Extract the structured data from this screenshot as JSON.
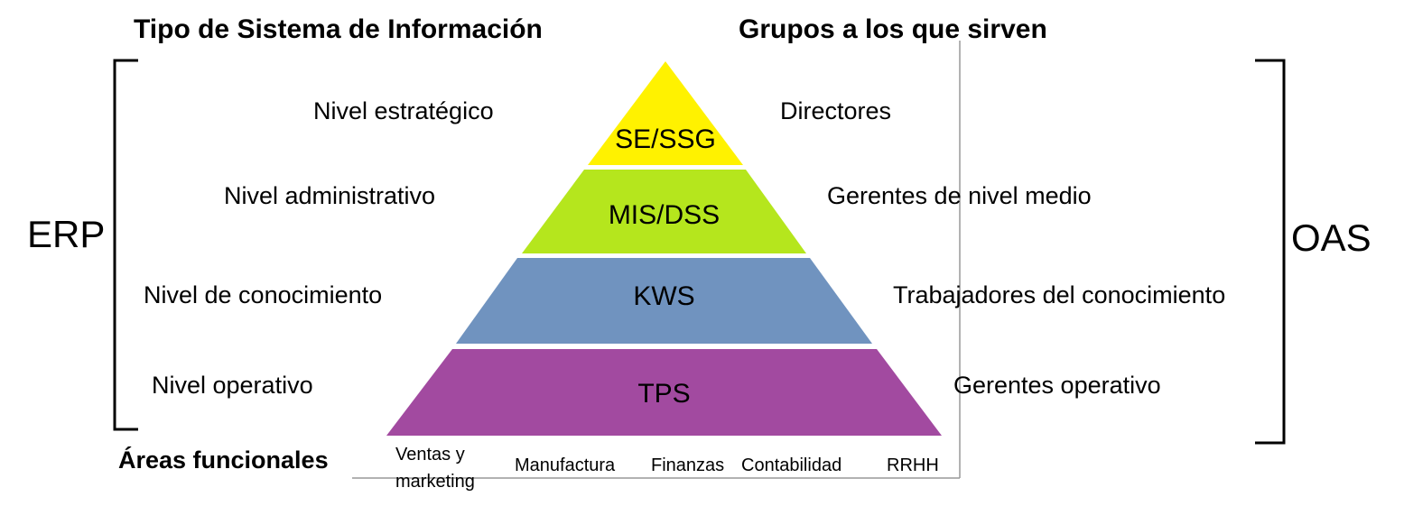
{
  "headers": {
    "left": "Tipo de Sistema de Información",
    "right": "Grupos a los que sirven",
    "bottom": "Áreas funcionales"
  },
  "side_labels": {
    "left": "ERP",
    "right": "OAS"
  },
  "levels": [
    {
      "system": "SE/SSG",
      "level": "Nivel estratégico",
      "group": "Directores",
      "color": "#FFF200"
    },
    {
      "system": "MIS/DSS",
      "level": "Nivel administrativo",
      "group": "Gerentes de nivel medio",
      "color": "#B5E61D"
    },
    {
      "system": "KWS",
      "level": "Nivel de conocimiento",
      "group": "Trabajadores del conocimiento",
      "color": "#7093BF"
    },
    {
      "system": "TPS",
      "level": "Nivel operativo",
      "group": "Gerentes operativo",
      "color": "#A24AA0"
    }
  ],
  "areas": [
    "Ventas y marketing",
    "Manufactura",
    "Finanzas",
    "Contabilidad",
    "RRHH"
  ]
}
